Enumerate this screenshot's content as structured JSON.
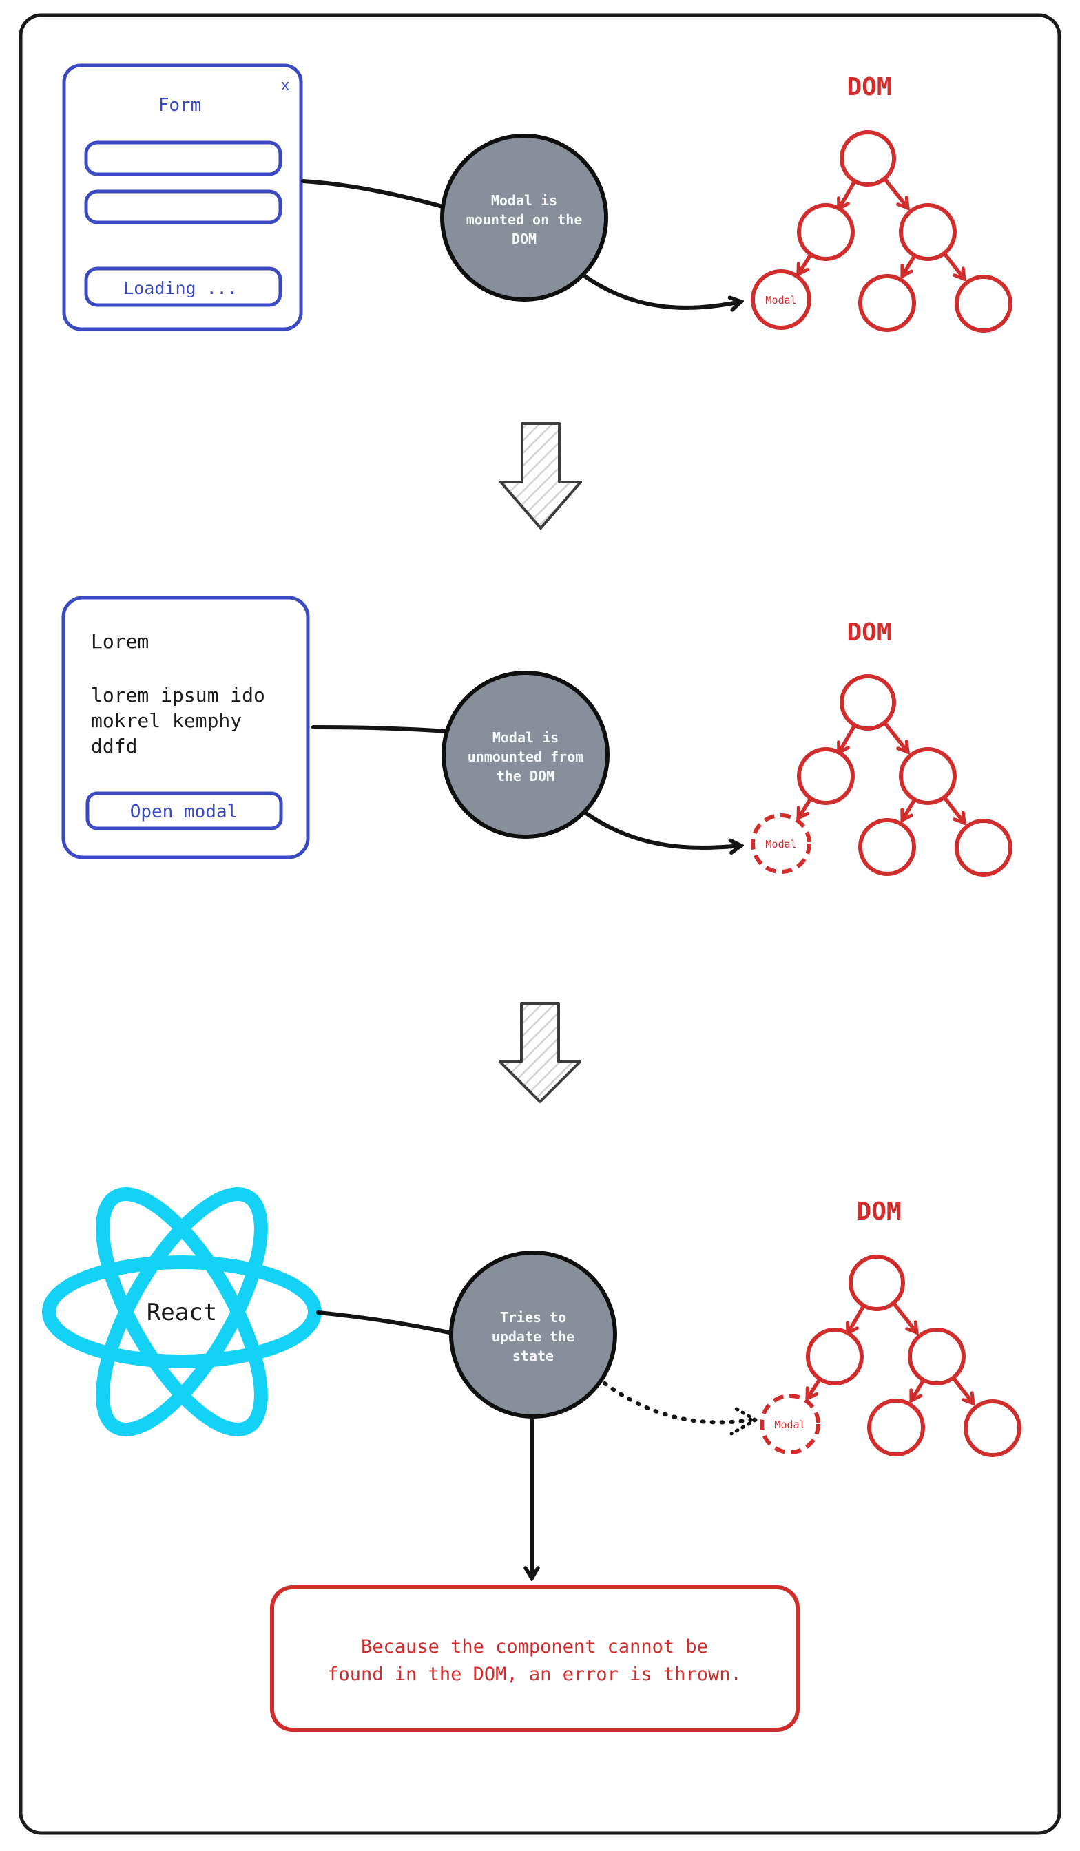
{
  "colors": {
    "frame": "#1a1a1a",
    "blue": "#3b49c4",
    "red": "#d22d2d",
    "state_circle_fill": "#87909a",
    "state_circle_text": "#f5f7f9",
    "react_cyan": "#14d2f5",
    "arrow_black": "#141414",
    "hatch_line": "#d2d2d2"
  },
  "section_mounted": {
    "form": {
      "close": "x",
      "title": "Form",
      "button_label": "Loading ..."
    },
    "state_circle": [
      "Modal is",
      "mounted on the",
      "DOM"
    ],
    "dom_title": "DOM",
    "modal_node_label": "Modal"
  },
  "section_unmounted": {
    "card": {
      "title": "Lorem",
      "body": [
        "lorem ipsum ido",
        "mokrel kemphy",
        "ddfd"
      ],
      "button_label": "Open modal"
    },
    "state_circle": [
      "Modal is",
      "unmounted from",
      "the DOM"
    ],
    "dom_title": "DOM",
    "modal_node_label": "Modal"
  },
  "section_error": {
    "react_label": "React",
    "state_circle": [
      "Tries to",
      "update the",
      "state"
    ],
    "dom_title": "DOM",
    "modal_node_label": "Modal",
    "error_box": [
      "Because the component cannot be",
      "found in the DOM, an error is thrown."
    ]
  }
}
